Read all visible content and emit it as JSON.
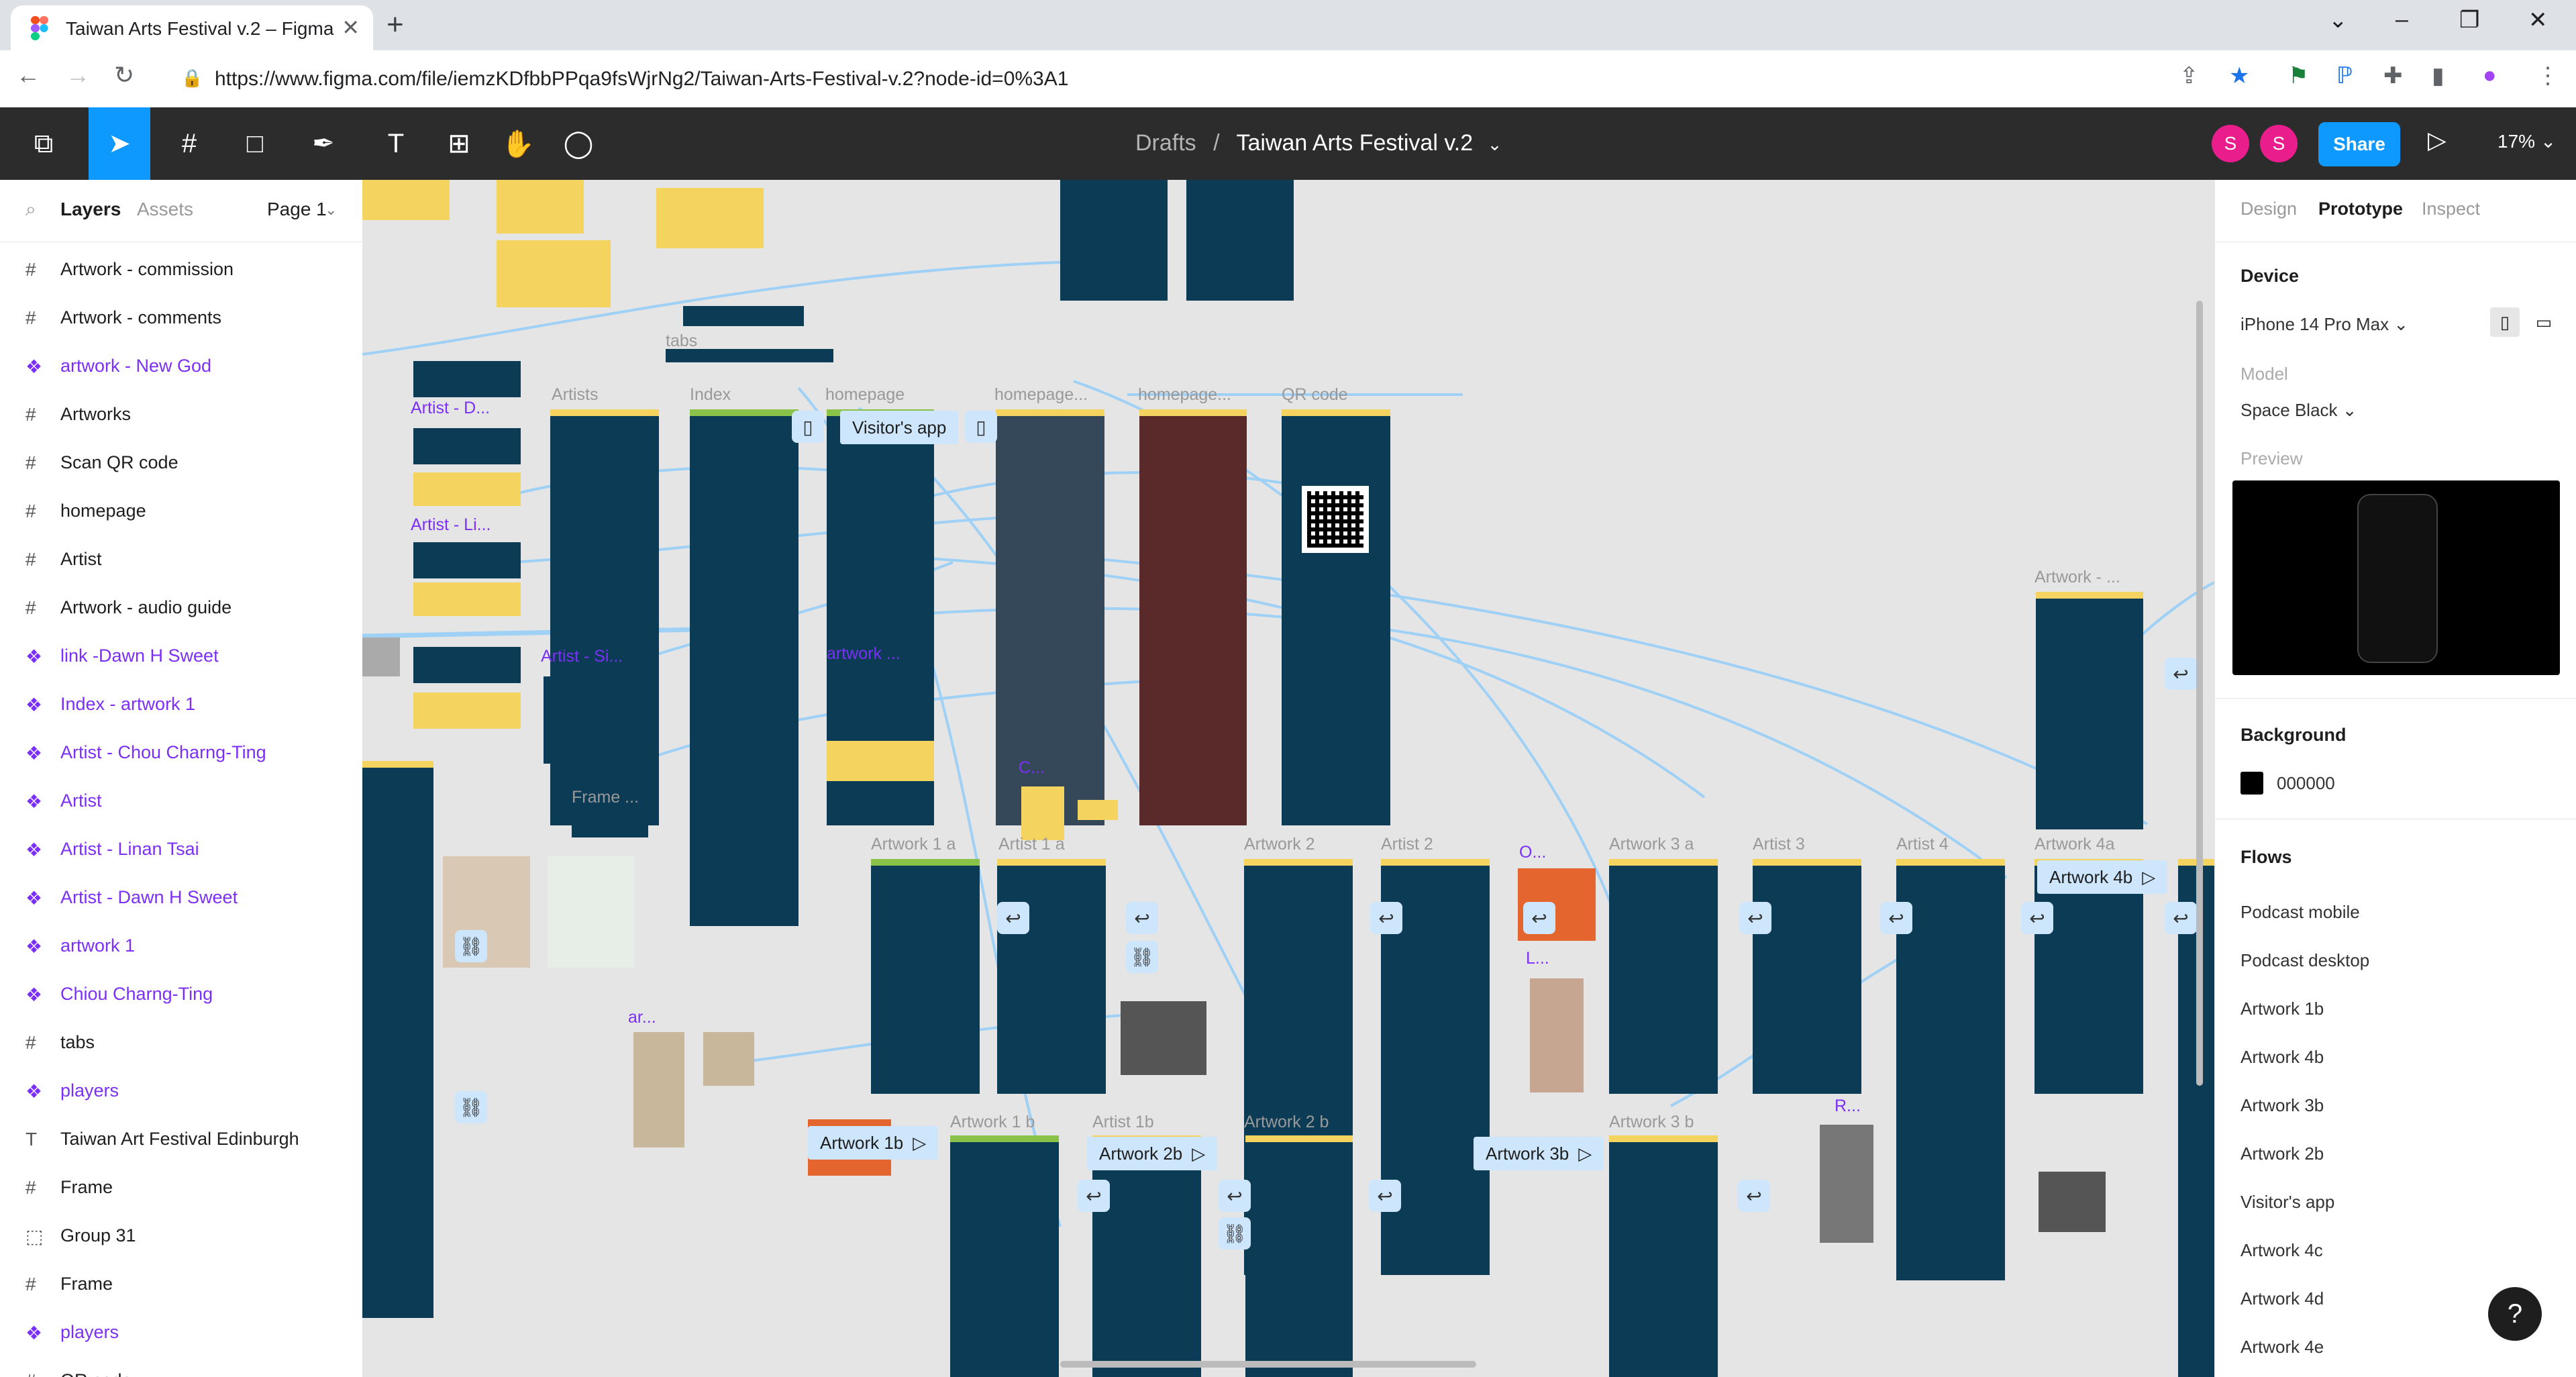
{
  "browser": {
    "tab_title": "Taiwan Arts Festival v.2 – Figma",
    "new_tab": "+",
    "tab_close": "✕",
    "url": "https://www.figma.com/file/iemzKDfbbPPqa9fsWjrNg2/Taiwan-Arts-Festival-v.2?node-id=0%3A1",
    "win_min": "⌄",
    "win_min2": "–",
    "win_max": "❐",
    "win_close": "✕"
  },
  "toolbar": {
    "breadcrumb_root": "Drafts",
    "breadcrumb_sep": "/",
    "file_name": "Taiwan Arts Festival v.2",
    "avatar1": "S",
    "avatar2": "S",
    "share_label": "Share",
    "zoom": "17%"
  },
  "left_panel": {
    "tab_layers": "Layers",
    "tab_assets": "Assets",
    "page_select": "Page 1",
    "layers": [
      {
        "label": "Artwork - commission",
        "type": "frame"
      },
      {
        "label": "Artwork - comments",
        "type": "frame"
      },
      {
        "label": "artwork - New God",
        "type": "component"
      },
      {
        "label": "Artworks",
        "type": "frame"
      },
      {
        "label": "Scan QR code",
        "type": "frame"
      },
      {
        "label": "homepage",
        "type": "frame"
      },
      {
        "label": "Artist",
        "type": "frame"
      },
      {
        "label": "Artwork - audio guide",
        "type": "frame"
      },
      {
        "label": "link -Dawn H Sweet",
        "type": "component"
      },
      {
        "label": "Index - artwork 1",
        "type": "component"
      },
      {
        "label": "Artist - Chou Charng-Ting",
        "type": "component"
      },
      {
        "label": "Artist",
        "type": "component"
      },
      {
        "label": "Artist - Linan Tsai",
        "type": "component"
      },
      {
        "label": "Artist - Dawn H Sweet",
        "type": "component"
      },
      {
        "label": "artwork 1",
        "type": "component"
      },
      {
        "label": "Chiou Charng-Ting",
        "type": "component"
      },
      {
        "label": "tabs",
        "type": "frame"
      },
      {
        "label": "players",
        "type": "component"
      },
      {
        "label": "Taiwan Art Festival Edinburgh",
        "type": "text"
      },
      {
        "label": "Frame",
        "type": "frame"
      },
      {
        "label": "Group 31",
        "type": "group"
      },
      {
        "label": "Frame",
        "type": "frame"
      },
      {
        "label": "players",
        "type": "component"
      },
      {
        "label": "QR code",
        "type": "frame"
      }
    ]
  },
  "right_panel": {
    "tab_design": "Design",
    "tab_prototype": "Prototype",
    "tab_inspect": "Inspect",
    "device_heading": "Device",
    "device_value": "iPhone 14 Pro Max",
    "model_label": "Model",
    "model_value": "Space Black",
    "preview_label": "Preview",
    "background_heading": "Background",
    "background_hex": "000000",
    "flows_heading": "Flows",
    "flows": [
      "Podcast mobile",
      "Podcast desktop",
      "Artwork 1b",
      "Artwork 4b",
      "Artwork 3b",
      "Artwork 2b",
      "Visitor's app",
      "Artwork 4c",
      "Artwork 4d",
      "Artwork 4e"
    ],
    "help": "?"
  },
  "canvas": {
    "frame_labels": {
      "tabs": "tabs",
      "artists": "Artists",
      "index": "Index",
      "homepage": "homepage",
      "homepage2": "homepage...",
      "homepage3": "homepage...",
      "qr": "QR code",
      "frame": "Frame ...",
      "artist_d": "Artist - D...",
      "artist_li": "Artist - Li...",
      "artist_si": "Artist - Si...",
      "artwork_dot": "artwork ...",
      "artwork_1a": "Artwork 1 a",
      "artist_1a": "Artist 1 a",
      "artwork_2": "Artwork 2",
      "artist_2": "Artist 2",
      "artwork_3a": "Artwork 3 a",
      "artist_3": "Artist 3",
      "artist_4": "Artist 4",
      "artwork_4a": "Artwork 4a",
      "artwork_top": "Artwork - ...",
      "artwork_1b_lbl": "Artwork 1 b",
      "artist_1b": "Artist 1b",
      "artwork_2b_lbl": "Artwork 2 b",
      "artwork_3b_lbl": "Artwork 3 b",
      "ar": "ar...",
      "c": "C...",
      "l": "L...",
      "r": "R...",
      "o": "O..."
    },
    "flow_tags": {
      "visitors_app": "Visitor's app",
      "artwork_1b": "Artwork 1b",
      "artwork_2b": "Artwork 2b",
      "artwork_3b": "Artwork 3b",
      "artwork_4b": "Artwork 4b"
    }
  },
  "colors": {
    "accent": "#0d99ff",
    "frame_bg": "#0c3b55",
    "frame_top": "#f4d35e",
    "component": "#7b2ff7",
    "connector": "#9fd0f5"
  }
}
